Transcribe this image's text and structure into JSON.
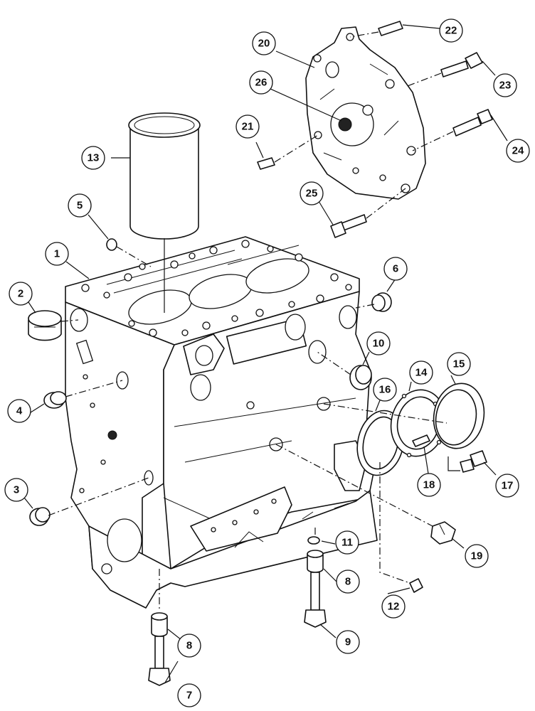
{
  "callouts": [
    {
      "id": "c1",
      "label": "1"
    },
    {
      "id": "c2",
      "label": "2"
    },
    {
      "id": "c3",
      "label": "3"
    },
    {
      "id": "c4",
      "label": "4"
    },
    {
      "id": "c5",
      "label": "5"
    },
    {
      "id": "c6",
      "label": "6"
    },
    {
      "id": "c7",
      "label": "7"
    },
    {
      "id": "c8a",
      "label": "8"
    },
    {
      "id": "c8b",
      "label": "8"
    },
    {
      "id": "c9",
      "label": "9"
    },
    {
      "id": "c10",
      "label": "10"
    },
    {
      "id": "c11",
      "label": "11"
    },
    {
      "id": "c12",
      "label": "12"
    },
    {
      "id": "c13",
      "label": "13"
    },
    {
      "id": "c14",
      "label": "14"
    },
    {
      "id": "c15",
      "label": "15"
    },
    {
      "id": "c16",
      "label": "16"
    },
    {
      "id": "c17",
      "label": "17"
    },
    {
      "id": "c18",
      "label": "18"
    },
    {
      "id": "c19",
      "label": "19"
    },
    {
      "id": "c20",
      "label": "20"
    },
    {
      "id": "c21",
      "label": "21"
    },
    {
      "id": "c22",
      "label": "22"
    },
    {
      "id": "c23",
      "label": "23"
    },
    {
      "id": "c24",
      "label": "24"
    },
    {
      "id": "c25",
      "label": "25"
    },
    {
      "id": "c26",
      "label": "26"
    }
  ]
}
